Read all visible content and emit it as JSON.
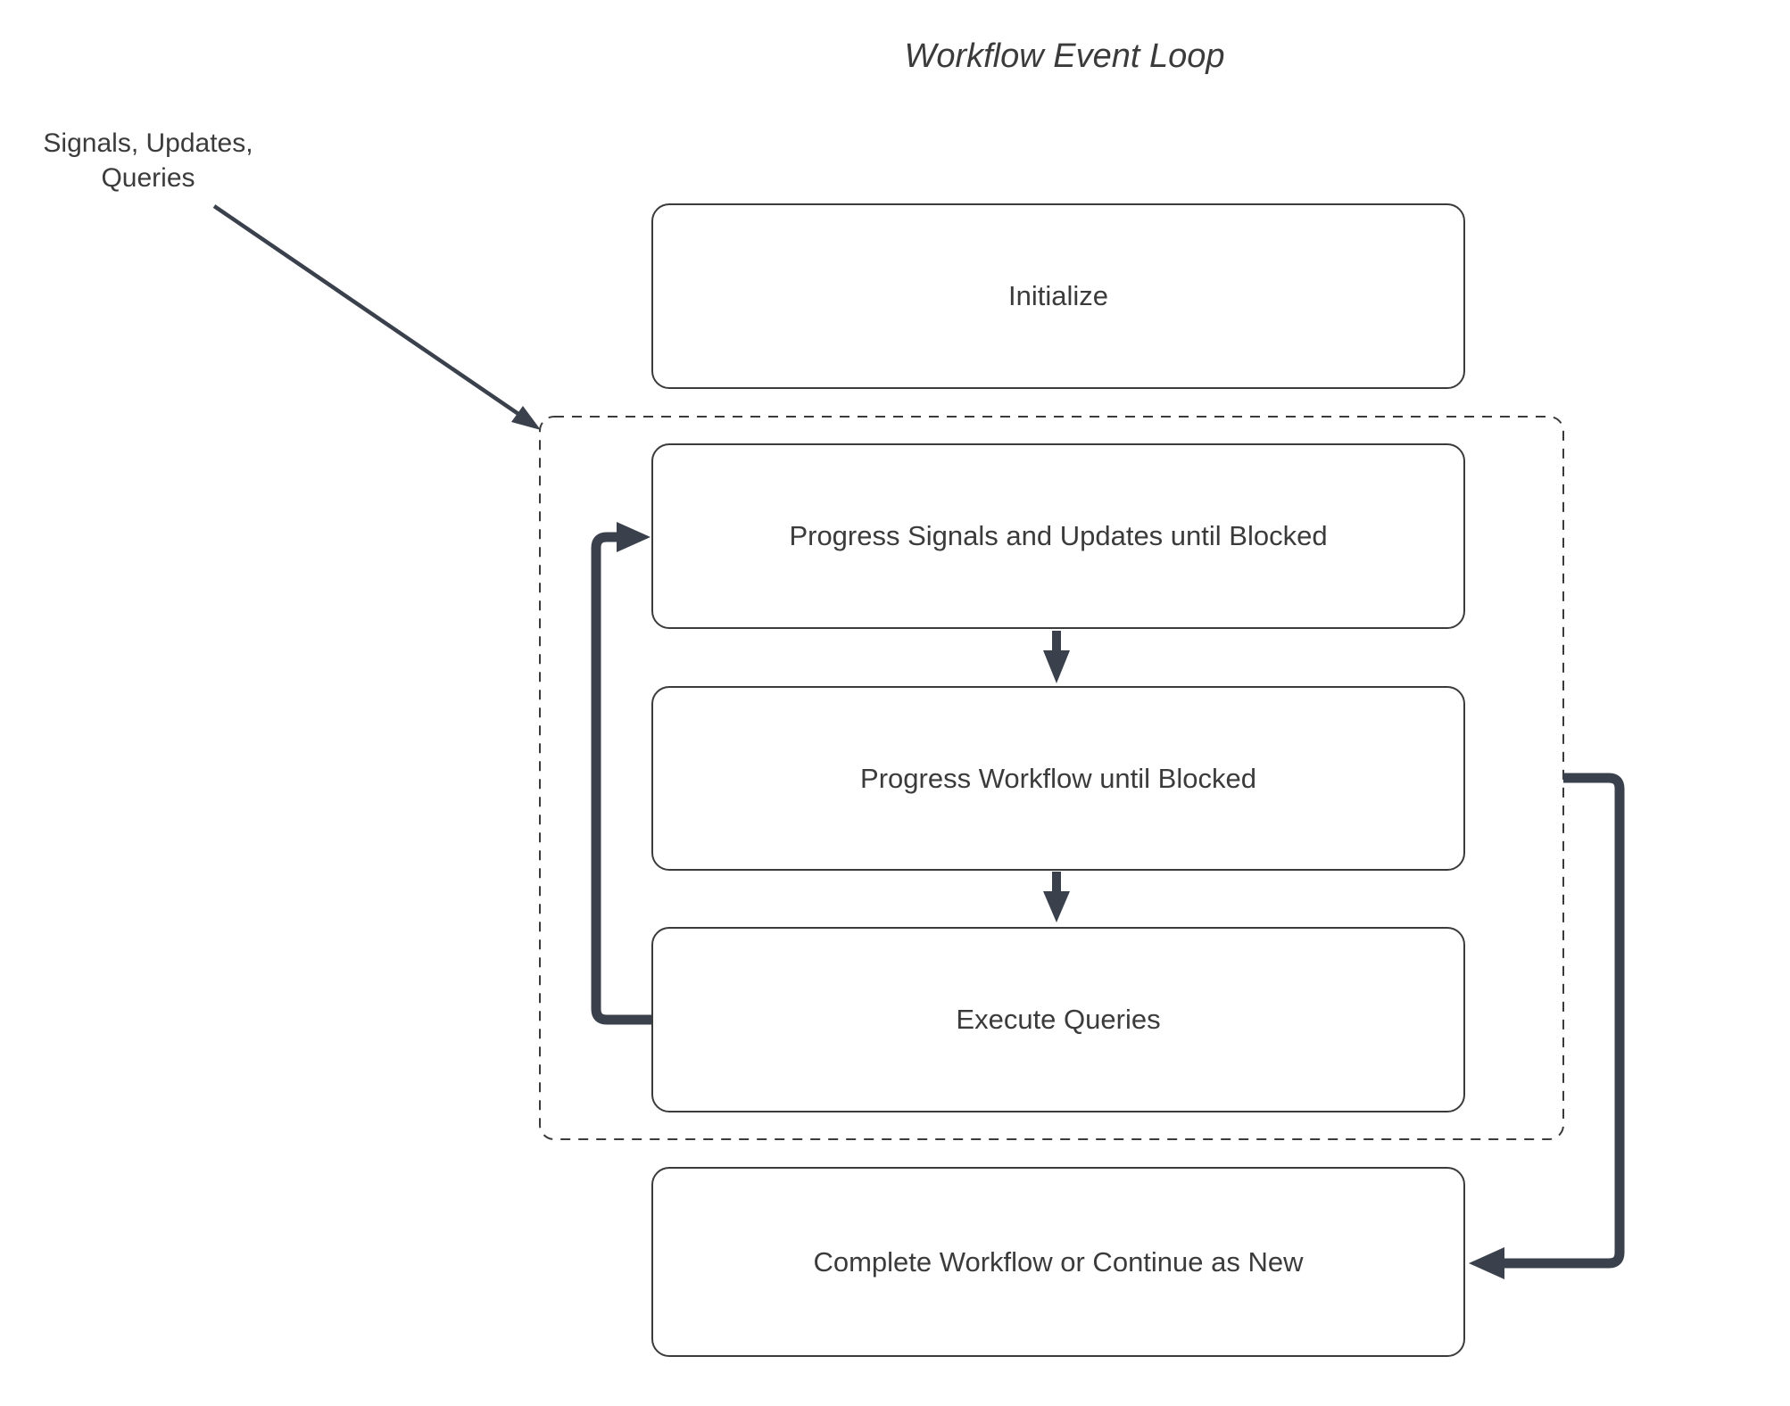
{
  "diagram": {
    "title": "Workflow Event Loop",
    "external_input_label": "Signals, Updates,\nQueries",
    "colors": {
      "arrow": "#3a414c",
      "border": "#3b3b3b",
      "text": "#3b3b3b",
      "background": "#ffffff"
    }
  },
  "nodes": {
    "initialize": {
      "label": "Initialize"
    },
    "progress_signals": {
      "label": "Progress Signals and Updates until Blocked"
    },
    "progress_workflow": {
      "label": "Progress Workflow until Blocked"
    },
    "execute_queries": {
      "label": "Execute Queries"
    },
    "complete_workflow": {
      "label": "Complete Workflow or Continue as New"
    }
  },
  "edges": [
    {
      "from": "external_input",
      "to": "event_loop_container",
      "label": "Signals, Updates, Queries"
    },
    {
      "from": "progress_signals",
      "to": "progress_workflow",
      "label": ""
    },
    {
      "from": "progress_workflow",
      "to": "execute_queries",
      "label": ""
    },
    {
      "from": "execute_queries",
      "to": "progress_signals",
      "label": ""
    },
    {
      "from": "event_loop_container",
      "to": "complete_workflow",
      "label": ""
    }
  ]
}
